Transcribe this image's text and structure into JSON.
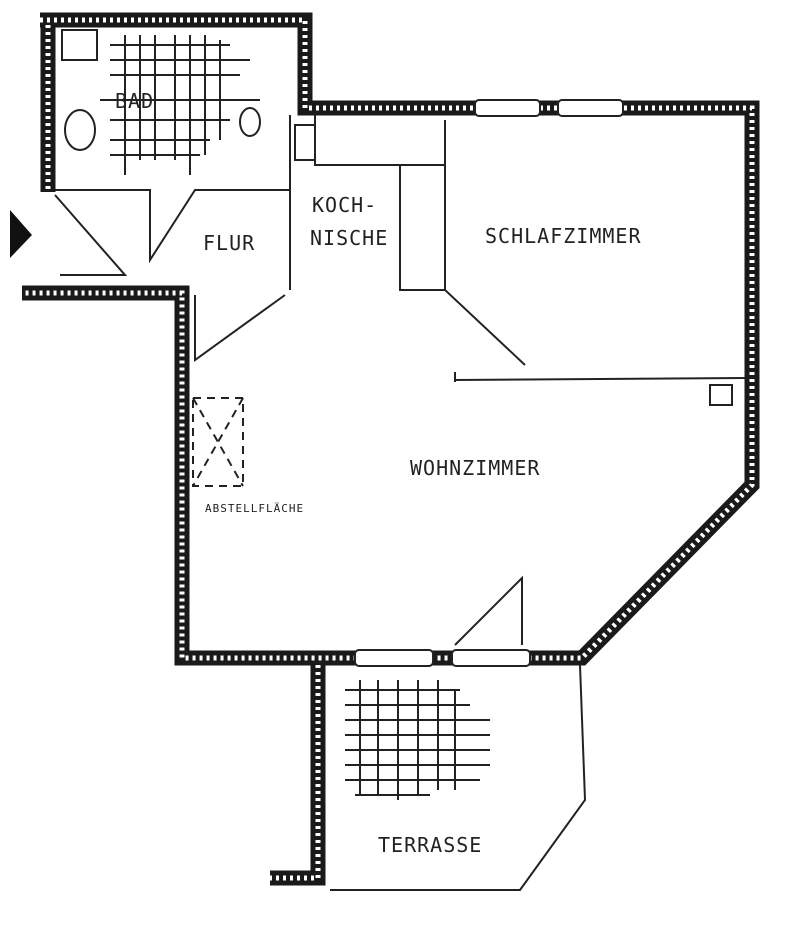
{
  "plan": {
    "rooms": {
      "bad": "BAD",
      "flur": "FLUR",
      "kochnische_1": "KOCH-",
      "kochnische_2": "NISCHE",
      "schlafzimmer": "SCHLAFZIMMER",
      "wohnzimmer": "WOHNZIMMER",
      "abstellflaeche": "ABSTELLFLÄCHE",
      "terrasse": "TERRASSE"
    }
  }
}
